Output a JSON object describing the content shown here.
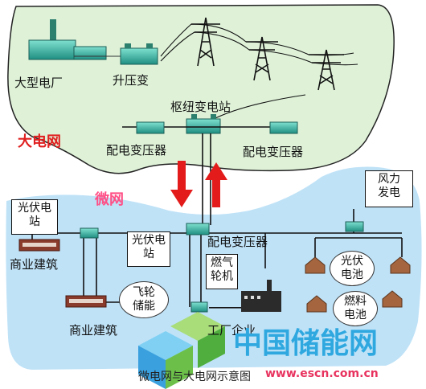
{
  "grid": {
    "region_label": "大电网",
    "power_plant": "大型电厂",
    "step_up": "升压变",
    "hub_substation": "枢纽变电站",
    "dist_transformer_left": "配电变压器",
    "dist_transformer_right": "配电变压器"
  },
  "microgrid": {
    "region_label": "微网",
    "pv_left": "光伏电站",
    "commercial_top": "商业建筑",
    "commercial_bottom": "商业建筑",
    "pv_center": "光伏电站",
    "dist_transformer": "配电变压器",
    "gas_turbine": "燃气轮机",
    "flywheel": "飞轮储能",
    "wind": "风力发电",
    "pv_cell": "光伏电池",
    "fuel_cell": "燃料电池",
    "factory": "工厂企业"
  },
  "caption": "微电网与大电网示意图",
  "watermark": {
    "text": "中国储能网",
    "url": "www.escn.com.cn"
  },
  "colors": {
    "grid_region": "#dff2d8",
    "microgrid_region": "#bfe2f7",
    "arrow": "#e31b1b",
    "grid_label": "#e02020",
    "microgrid_label": "#ff4f86",
    "equipment": "#2aa89a",
    "watermark_text": "#2fa8e0",
    "watermark_url": "#e8335f"
  }
}
